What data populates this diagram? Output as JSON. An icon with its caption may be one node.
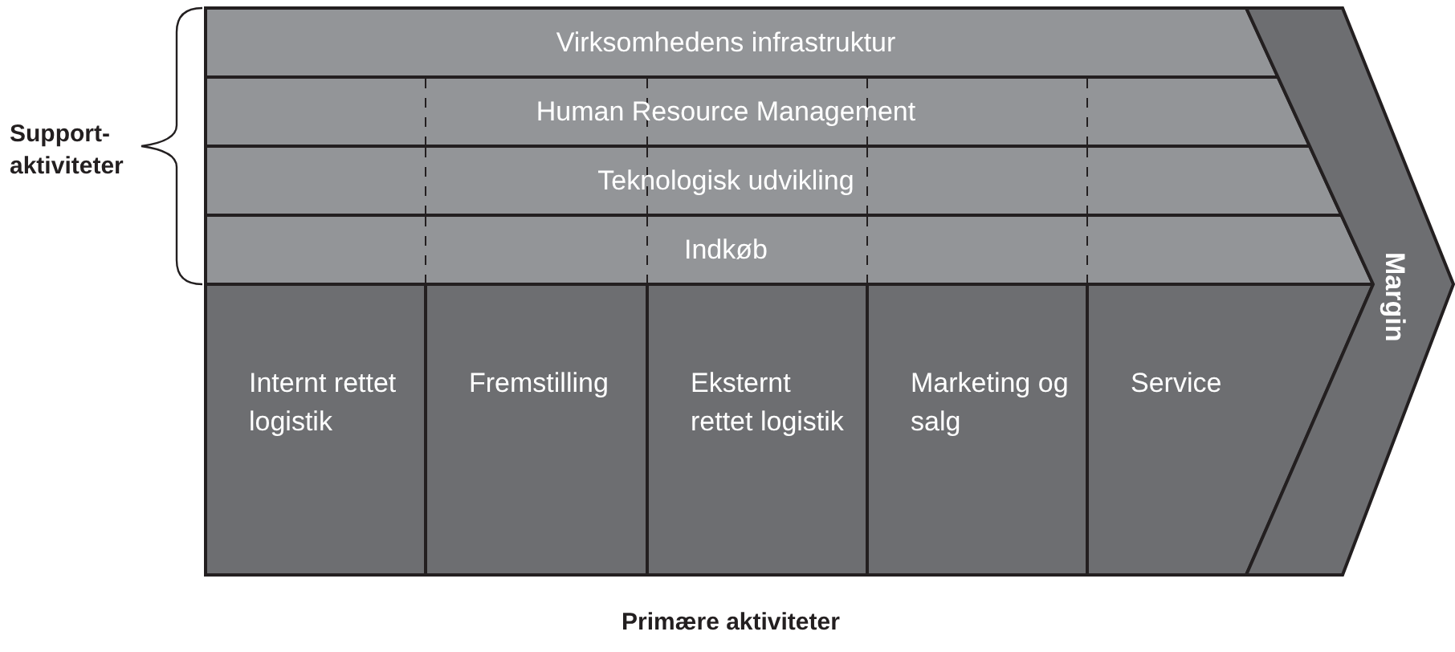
{
  "diagram": {
    "nodes": [
      {
        "text": [
          "Virksomhedens infrastruktur"
        ]
      },
      {
        "text": [
          "Human Resource Management"
        ]
      },
      {
        "text": [
          "Teknologisk udvikling"
        ]
      },
      {
        "text": [
          "Indkøb"
        ]
      },
      {
        "text": [
          "Internt rettet logistik"
        ]
      },
      {
        "text": [
          "Fremstilling"
        ]
      },
      {
        "text": [
          "Eksternt rettet logistik"
        ]
      },
      {
        "text": [
          "Marketing og salg"
        ]
      },
      {
        "text": [
          "Service"
        ]
      },
      {
        "text": [
          "Margin"
        ]
      }
    ],
    "labels": [
      "Support-aktiviteter",
      "Primære aktiviteter"
    ]
  }
}
